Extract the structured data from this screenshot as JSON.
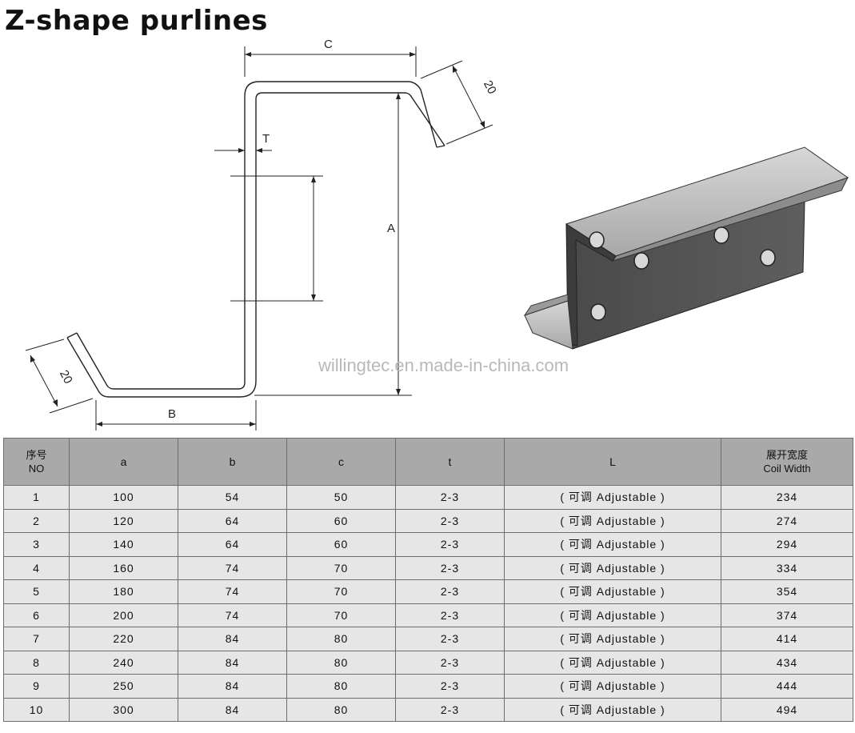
{
  "title": "Z-shape purlines",
  "watermark": "willingtec.en.made-in-china.com",
  "watermark_display": "willingtec.en.made-in-china.com",
  "diagram_labels": {
    "c": "C",
    "a": "A",
    "b": "B",
    "t": "T",
    "lip_top": "20",
    "lip_bottom": "20"
  },
  "table": {
    "headers": {
      "no_cn": "序号",
      "no_en": "NO",
      "a": "a",
      "b": "b",
      "c": "c",
      "t": "t",
      "l": "L",
      "coil_cn": "展开宽度",
      "coil_en": "Coil Width"
    },
    "rows": [
      {
        "no": "1",
        "a": "100",
        "b": "54",
        "c": "50",
        "t": "2-3",
        "l": "( 可调 Adjustable )",
        "coil": "234"
      },
      {
        "no": "2",
        "a": "120",
        "b": "64",
        "c": "60",
        "t": "2-3",
        "l": "( 可调 Adjustable )",
        "coil": "274"
      },
      {
        "no": "3",
        "a": "140",
        "b": "64",
        "c": "60",
        "t": "2-3",
        "l": "( 可调 Adjustable )",
        "coil": "294"
      },
      {
        "no": "4",
        "a": "160",
        "b": "74",
        "c": "70",
        "t": "2-3",
        "l": "( 可调 Adjustable )",
        "coil": "334"
      },
      {
        "no": "5",
        "a": "180",
        "b": "74",
        "c": "70",
        "t": "2-3",
        "l": "( 可调 Adjustable )",
        "coil": "354"
      },
      {
        "no": "6",
        "a": "200",
        "b": "74",
        "c": "70",
        "t": "2-3",
        "l": "( 可调 Adjustable )",
        "coil": "374"
      },
      {
        "no": "7",
        "a": "220",
        "b": "84",
        "c": "80",
        "t": "2-3",
        "l": "( 可调 Adjustable )",
        "coil": "414"
      },
      {
        "no": "8",
        "a": "240",
        "b": "84",
        "c": "80",
        "t": "2-3",
        "l": "( 可调 Adjustable )",
        "coil": "434"
      },
      {
        "no": "9",
        "a": "250",
        "b": "84",
        "c": "80",
        "t": "2-3",
        "l": "( 可调 Adjustable )",
        "coil": "444"
      },
      {
        "no": "10",
        "a": "300",
        "b": "84",
        "c": "80",
        "t": "2-3",
        "l": "( 可调 Adjustable )",
        "coil": "494"
      }
    ]
  }
}
